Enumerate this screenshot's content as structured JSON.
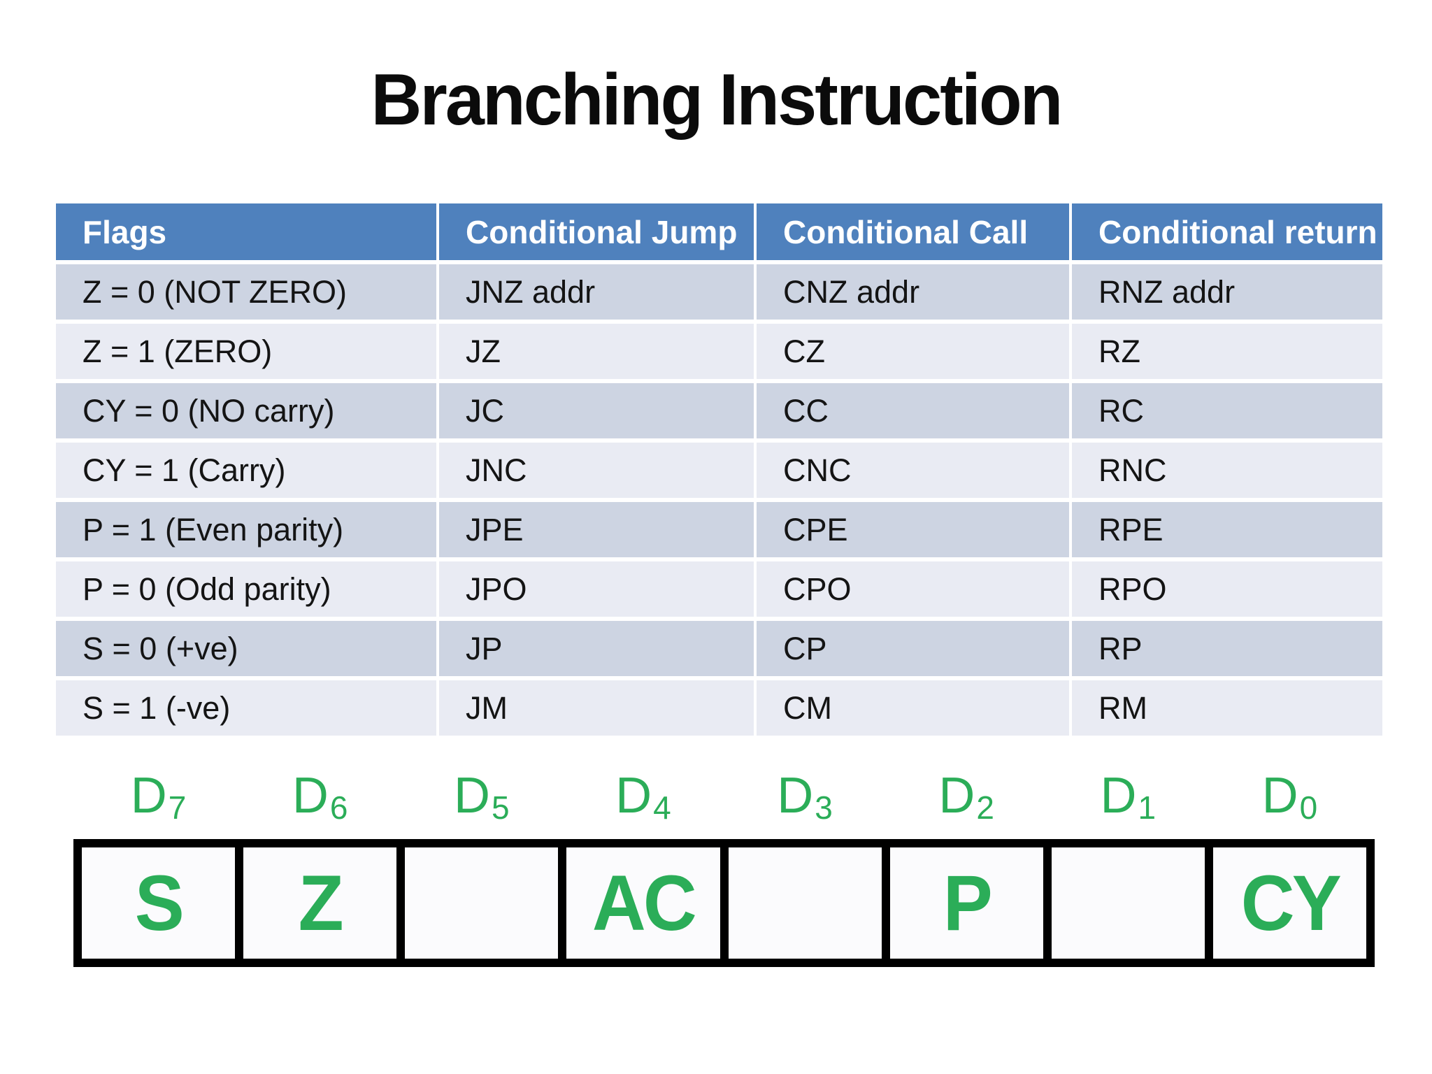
{
  "slide": {
    "title": "Branching Instruction",
    "colors": {
      "header_blue": "#4F81BD",
      "header_text": "#FFFFFF",
      "band_dark": "#CDD4E2",
      "band_light": "#E9EBF3",
      "text_dark": "#141414",
      "flag_green": "#2BAD58",
      "frame_black": "#000000"
    }
  },
  "table": {
    "headers": [
      "Flags",
      "Conditional Jump",
      "Conditional Call",
      "Conditional return"
    ],
    "rows": [
      [
        "Z = 0 (NOT ZERO)",
        "JNZ addr",
        "CNZ addr",
        "RNZ addr"
      ],
      [
        "Z = 1 (ZERO)",
        "JZ",
        "CZ",
        "RZ"
      ],
      [
        "CY = 0 (NO carry)",
        "JC",
        "CC",
        "RC"
      ],
      [
        "CY = 1 (Carry)",
        "JNC",
        "CNC",
        "RNC"
      ],
      [
        "P = 1 (Even parity)",
        "JPE",
        "CPE",
        "RPE"
      ],
      [
        "P = 0 (Odd parity)",
        "JPO",
        "CPO",
        "RPO"
      ],
      [
        "S = 0 (+ve)",
        "JP",
        "CP",
        "RP"
      ],
      [
        "S = 1 (-ve)",
        "JM",
        "CM",
        "RM"
      ]
    ]
  },
  "flag_register": {
    "bits": [
      {
        "name": "D",
        "sub": "7",
        "flag": "S"
      },
      {
        "name": "D",
        "sub": "6",
        "flag": "Z"
      },
      {
        "name": "D",
        "sub": "5",
        "flag": ""
      },
      {
        "name": "D",
        "sub": "4",
        "flag": "AC"
      },
      {
        "name": "D",
        "sub": "3",
        "flag": ""
      },
      {
        "name": "D",
        "sub": "2",
        "flag": "P"
      },
      {
        "name": "D",
        "sub": "1",
        "flag": ""
      },
      {
        "name": "D",
        "sub": "0",
        "flag": "CY"
      }
    ]
  }
}
